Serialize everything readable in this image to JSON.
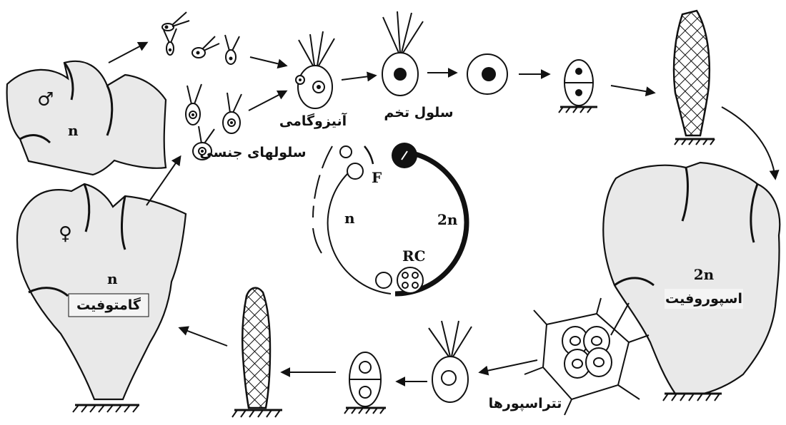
{
  "labels": {
    "anisogamy": "آنیزوگامی",
    "zygote": "سلول تخم",
    "gametes": "سلولهای جنسی",
    "gametophyte": "گامتوفیت",
    "sporophyte": "اسپوروفیت",
    "tetraspores": "تتراسپورها",
    "haploid_n_top": "n",
    "haploid_n_left": "n",
    "diploid_2n_right": "2n",
    "cycle_F": "F",
    "cycle_n": "n",
    "cycle_2n": "2n",
    "cycle_RC": "RC",
    "male_symbol": "♂",
    "female_symbol": "♀"
  },
  "colors": {
    "ink": "#111111",
    "paper": "#ffffff",
    "tissue": "#e9e9e9"
  }
}
